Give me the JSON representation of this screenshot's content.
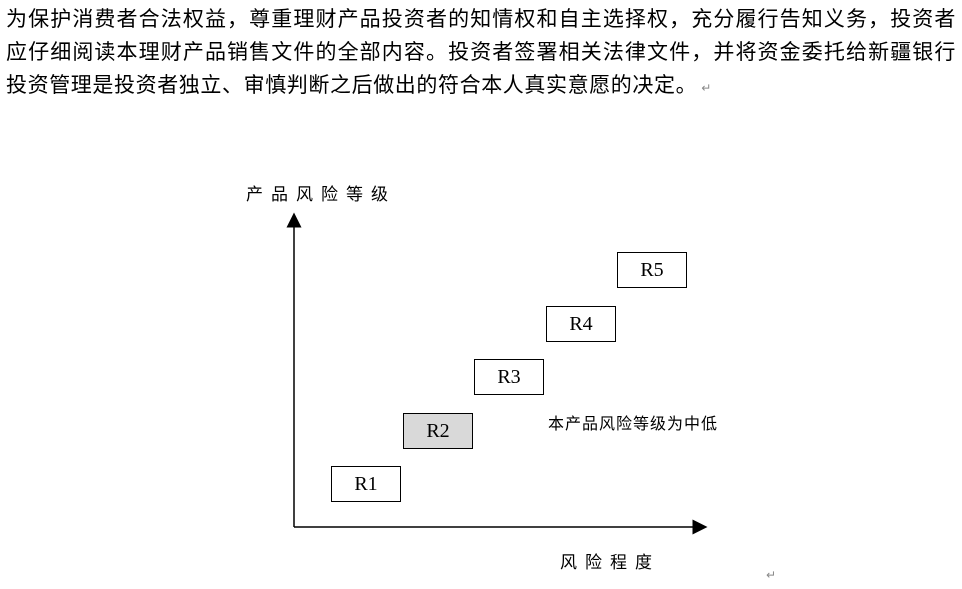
{
  "paragraph": "为保护消费者合法权益，尊重理财产品投资者的知情权和自主选择权，充分履行告知义务，投资者应仔细阅读本理财产品销售文件的全部内容。投资者签署相关法律文件，并将资金委托给新疆银行投资管理是投资者独立、审慎判断之后做出的符合本人真实意愿的决定。",
  "return_mark": "↵",
  "chart_data": {
    "type": "diagram",
    "ylabel": "产品风险等级",
    "xlabel": "风险程度",
    "levels": [
      "R1",
      "R2",
      "R3",
      "R4",
      "R5"
    ],
    "highlighted_level": "R2",
    "highlight_fill": "#d9d9d9",
    "annotation": "本产品风险等级为中低"
  }
}
